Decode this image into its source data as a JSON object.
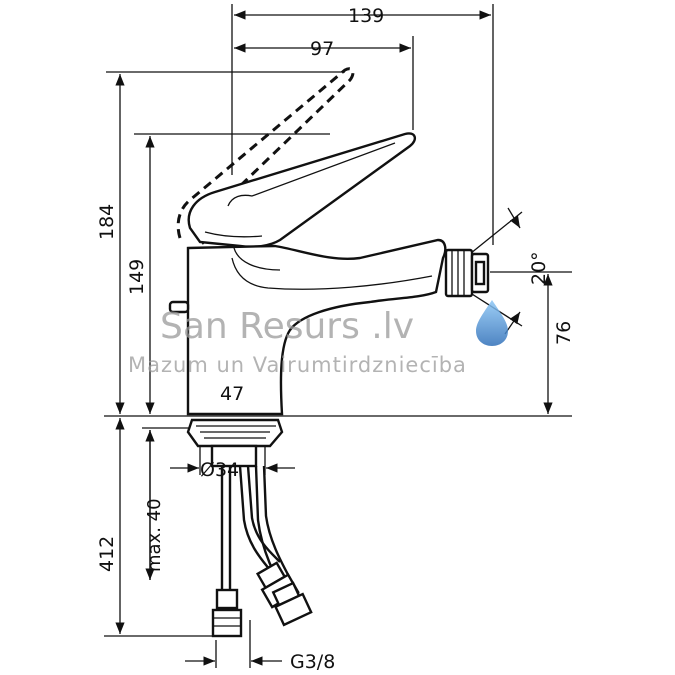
{
  "dimensions": {
    "width_total": "139",
    "width_lever": "97",
    "height_total": "184",
    "height_spout": "149",
    "height_outlet": "76",
    "angle": "20°",
    "base_width": "47",
    "base_diameter": "Ø34",
    "hose_length": "412",
    "max_thickness": "max. 40",
    "thread": "G3/8"
  },
  "watermark": {
    "title": "San Resurs .lv",
    "subtitle": "Mazum un Vairumtirdzniecība",
    "drop_color": "#4a90d9"
  }
}
